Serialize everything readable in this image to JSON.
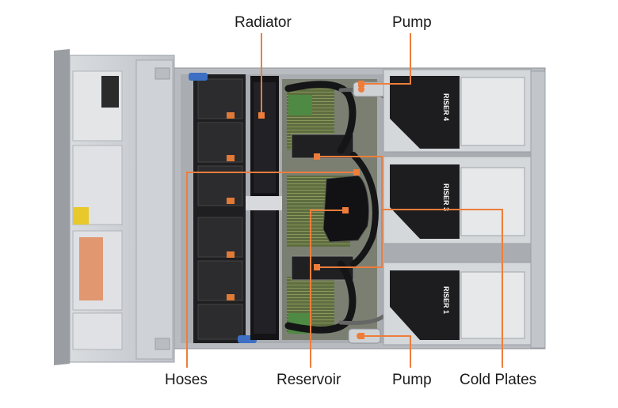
{
  "labels": {
    "radiator": "Radiator",
    "pump_top": "Pump",
    "hoses": "Hoses",
    "reservoir": "Reservoir",
    "pump_bottom": "Pump",
    "cold_plates": "Cold Plates"
  },
  "risers": {
    "riser4": "RISER 4",
    "riser3": "RISER 3",
    "riser1": "RISER 1"
  },
  "colors": {
    "leader": "#ee7d3b",
    "chassis": "#c9ccd0",
    "dark": "#1c1c1e",
    "blue_tab": "#3d6fc4"
  }
}
